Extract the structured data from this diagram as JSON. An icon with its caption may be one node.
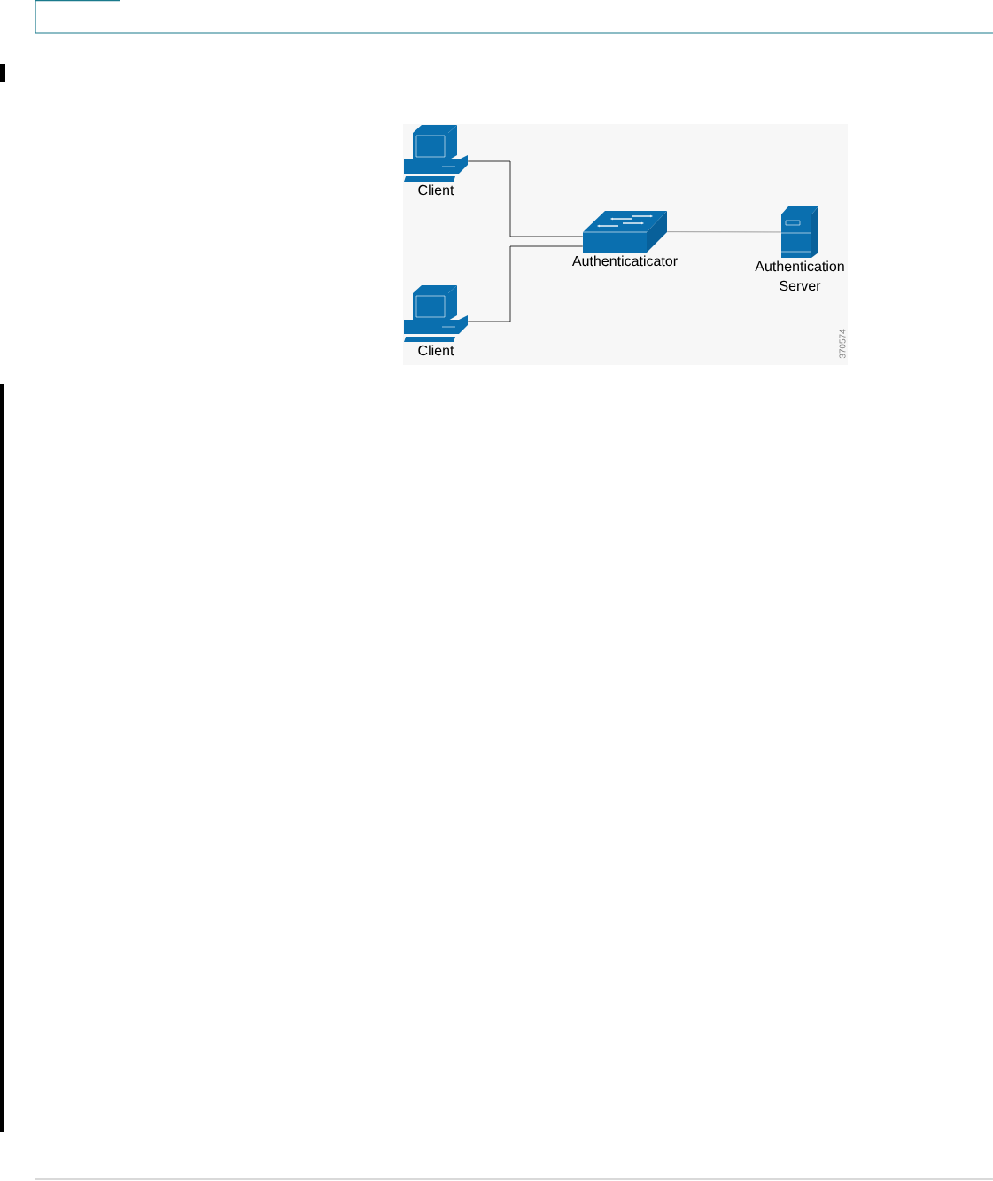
{
  "diagram": {
    "nodes": [
      {
        "text": [
          "Client"
        ]
      },
      {
        "text": [
          "Client"
        ]
      },
      {
        "text": [
          "Authenticaticator"
        ]
      },
      {
        "text": [
          "Authentication Server"
        ]
      }
    ],
    "edges": [
      {
        "from": 0,
        "to": 2,
        "arrow": "none"
      },
      {
        "from": 1,
        "to": 2,
        "arrow": "none"
      },
      {
        "from": 2,
        "to": 3,
        "arrow": "none",
        "color": "#888888"
      }
    ],
    "labels": [
      "370574"
    ]
  }
}
